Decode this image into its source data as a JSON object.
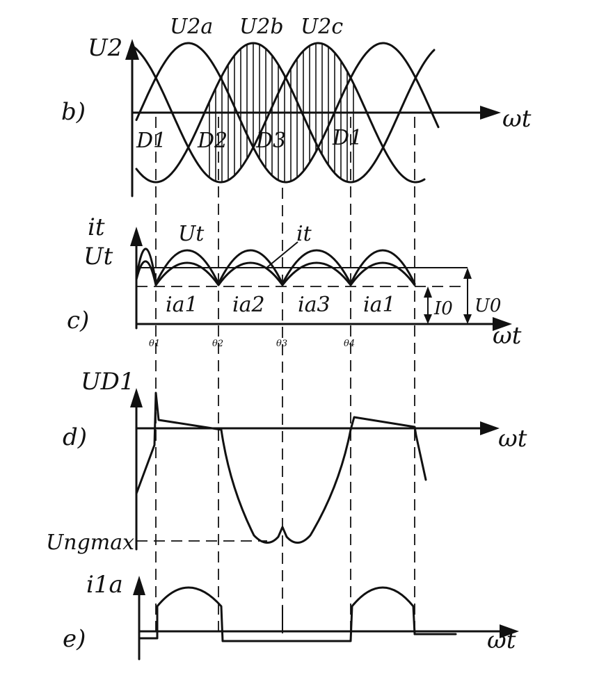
{
  "panels": {
    "b": {
      "panel_label": "b)",
      "y_axis_label": "U2",
      "phase_labels": [
        "U2a",
        "U2b",
        "U2c"
      ],
      "diode_labels": [
        "D1",
        "D2",
        "D3",
        "D1"
      ],
      "x_axis_label": "ωt"
    },
    "c": {
      "panel_label": "c)",
      "y_axis_label_top": "it",
      "y_axis_label_bottom": "Ut",
      "curve_label_ut": "Ut",
      "curve_label_it": "it",
      "current_labels": [
        "ia1",
        "ia2",
        "ia3",
        "ia1"
      ],
      "i0_label": "I0",
      "u0_label": "U0",
      "theta_labels": [
        "θ1",
        "θ2",
        "θ3",
        "θ4"
      ],
      "x_axis_label": "ωt"
    },
    "d": {
      "panel_label": "d)",
      "y_axis_label": "UD1",
      "max_label": "Ungmax",
      "x_axis_label": "ωt"
    },
    "e": {
      "panel_label": "e)",
      "y_axis_label": "i1a",
      "x_axis_label": "ωt"
    }
  },
  "style": {
    "ink_color": "#111111",
    "background": "#ffffff"
  }
}
